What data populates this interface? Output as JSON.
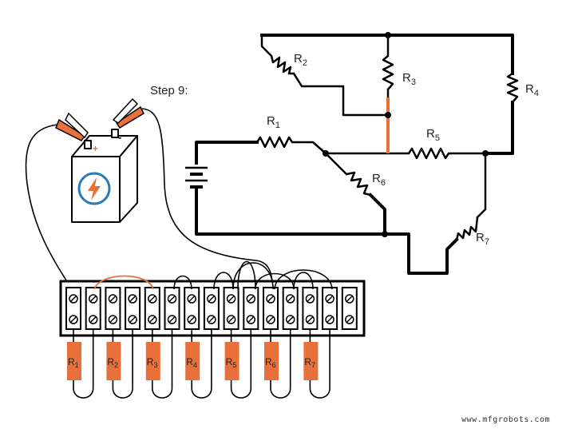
{
  "step_label": "Step 9:",
  "watermark": "www.mfgrobots.com",
  "colors": {
    "wire": "#000000",
    "accent": "#e8703a",
    "battery_icon": "#2a7ab8",
    "resistor_fill": "#e8703a"
  },
  "battery": {
    "plus": "+",
    "minus": "-",
    "icon": "lightning-icon"
  },
  "schematic_labels": {
    "r1": {
      "letter": "R",
      "sub": "1"
    },
    "r2": {
      "letter": "R",
      "sub": "2"
    },
    "r3": {
      "letter": "R",
      "sub": "3"
    },
    "r4": {
      "letter": "R",
      "sub": "4"
    },
    "r5": {
      "letter": "R",
      "sub": "5"
    },
    "r6": {
      "letter": "R",
      "sub": "6"
    },
    "r7": {
      "letter": "R",
      "sub": "7"
    }
  },
  "board_resistors": [
    {
      "letter": "R",
      "sub": "1"
    },
    {
      "letter": "R",
      "sub": "2"
    },
    {
      "letter": "R",
      "sub": "3"
    },
    {
      "letter": "R",
      "sub": "4"
    },
    {
      "letter": "R",
      "sub": "5"
    },
    {
      "letter": "R",
      "sub": "6"
    },
    {
      "letter": "R",
      "sub": "7"
    }
  ],
  "terminal_count": 15
}
